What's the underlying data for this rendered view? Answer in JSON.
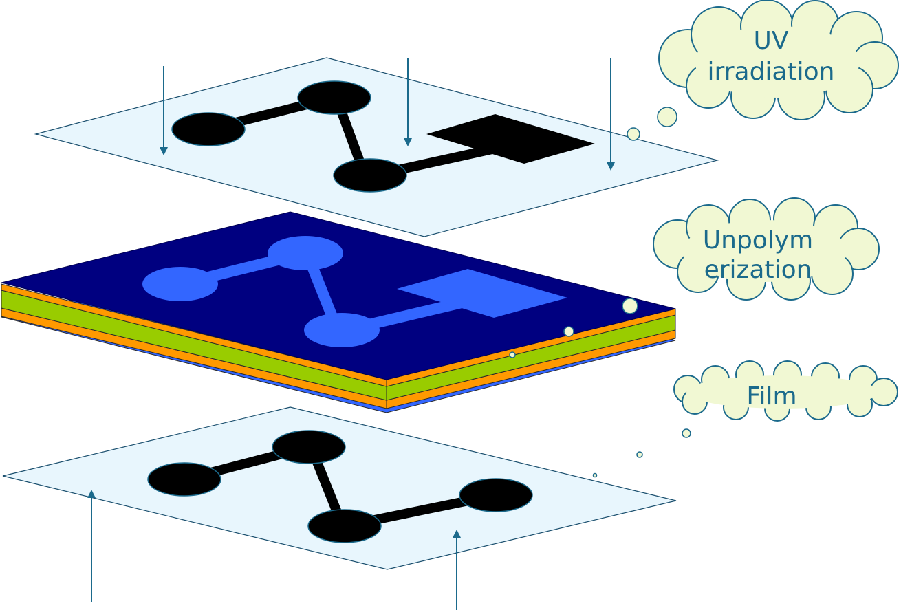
{
  "labels": {
    "uv_line1": "UV",
    "uv_line2": "irradiation",
    "unpoly_line1": "Unpolym",
    "unpoly_line2": "erization",
    "film": "Film"
  },
  "colors": {
    "text": "#1b6a8c",
    "cloud_fill": "#f1f8d3",
    "film_fill": "#e8f6fd",
    "mask": "#000000",
    "top_layer": "#000080",
    "pattern": "#3366ff",
    "orange_layer": "#ff9900",
    "green_layer": "#99cc00",
    "base_layer": "#3366ff"
  },
  "icons": [
    "down-arrow-icon",
    "up-arrow-icon",
    "thought-bubble-icon"
  ]
}
